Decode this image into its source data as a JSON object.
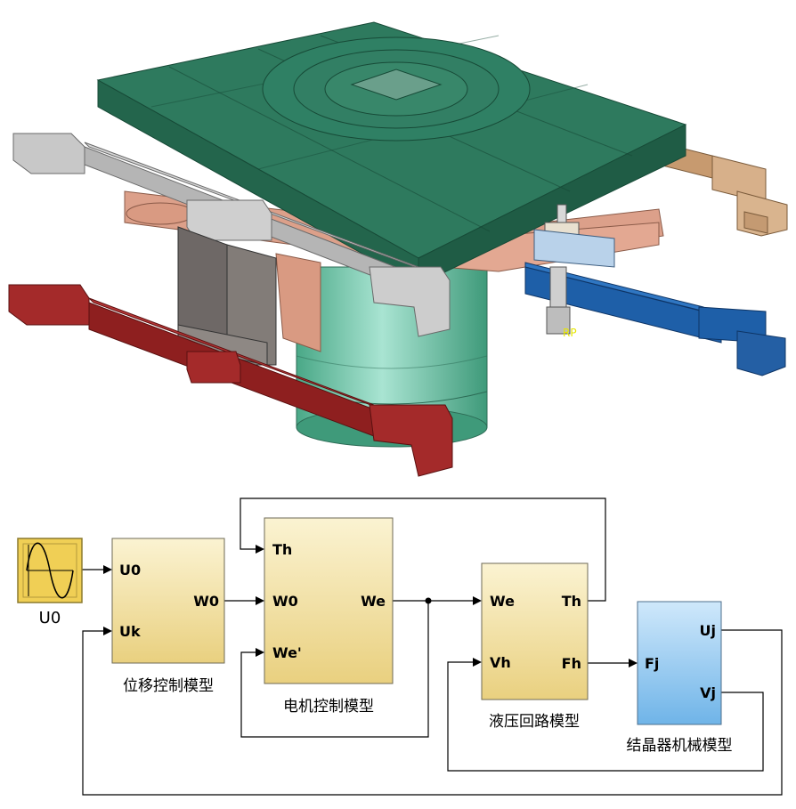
{
  "colors": {
    "machine_top": "#2e7a5e",
    "rail_red": "#a42a2a",
    "rail_blue": "#1e5fa8",
    "rail_grey": "#c8c8c8",
    "copper": "#d99a82",
    "tan": "#d7b08a",
    "cylinder": "#6cc4a8",
    "block_yellow": "#f1dd9c",
    "block_blue": "#8fc7ef",
    "source_block": "#f0cf55"
  },
  "model_label": "RP",
  "source": {
    "label": "U0"
  },
  "blocks": {
    "displacement": {
      "caption": "位移控制模型",
      "inputs": [
        "U0",
        "Uk"
      ],
      "outputs": [
        "W0"
      ]
    },
    "motor": {
      "caption": "电机控制模型",
      "inputs": [
        "Th",
        "W0",
        "We'"
      ],
      "outputs": [
        "We"
      ]
    },
    "hydraulic": {
      "caption": "液压回路模型",
      "inputs": [
        "We",
        "Vh"
      ],
      "outputs": [
        "Th",
        "Fh"
      ]
    },
    "mechanical": {
      "caption": "结晶器机械模型",
      "inputs": [
        "Fj"
      ],
      "outputs": [
        "Uj",
        "Vj"
      ]
    }
  }
}
